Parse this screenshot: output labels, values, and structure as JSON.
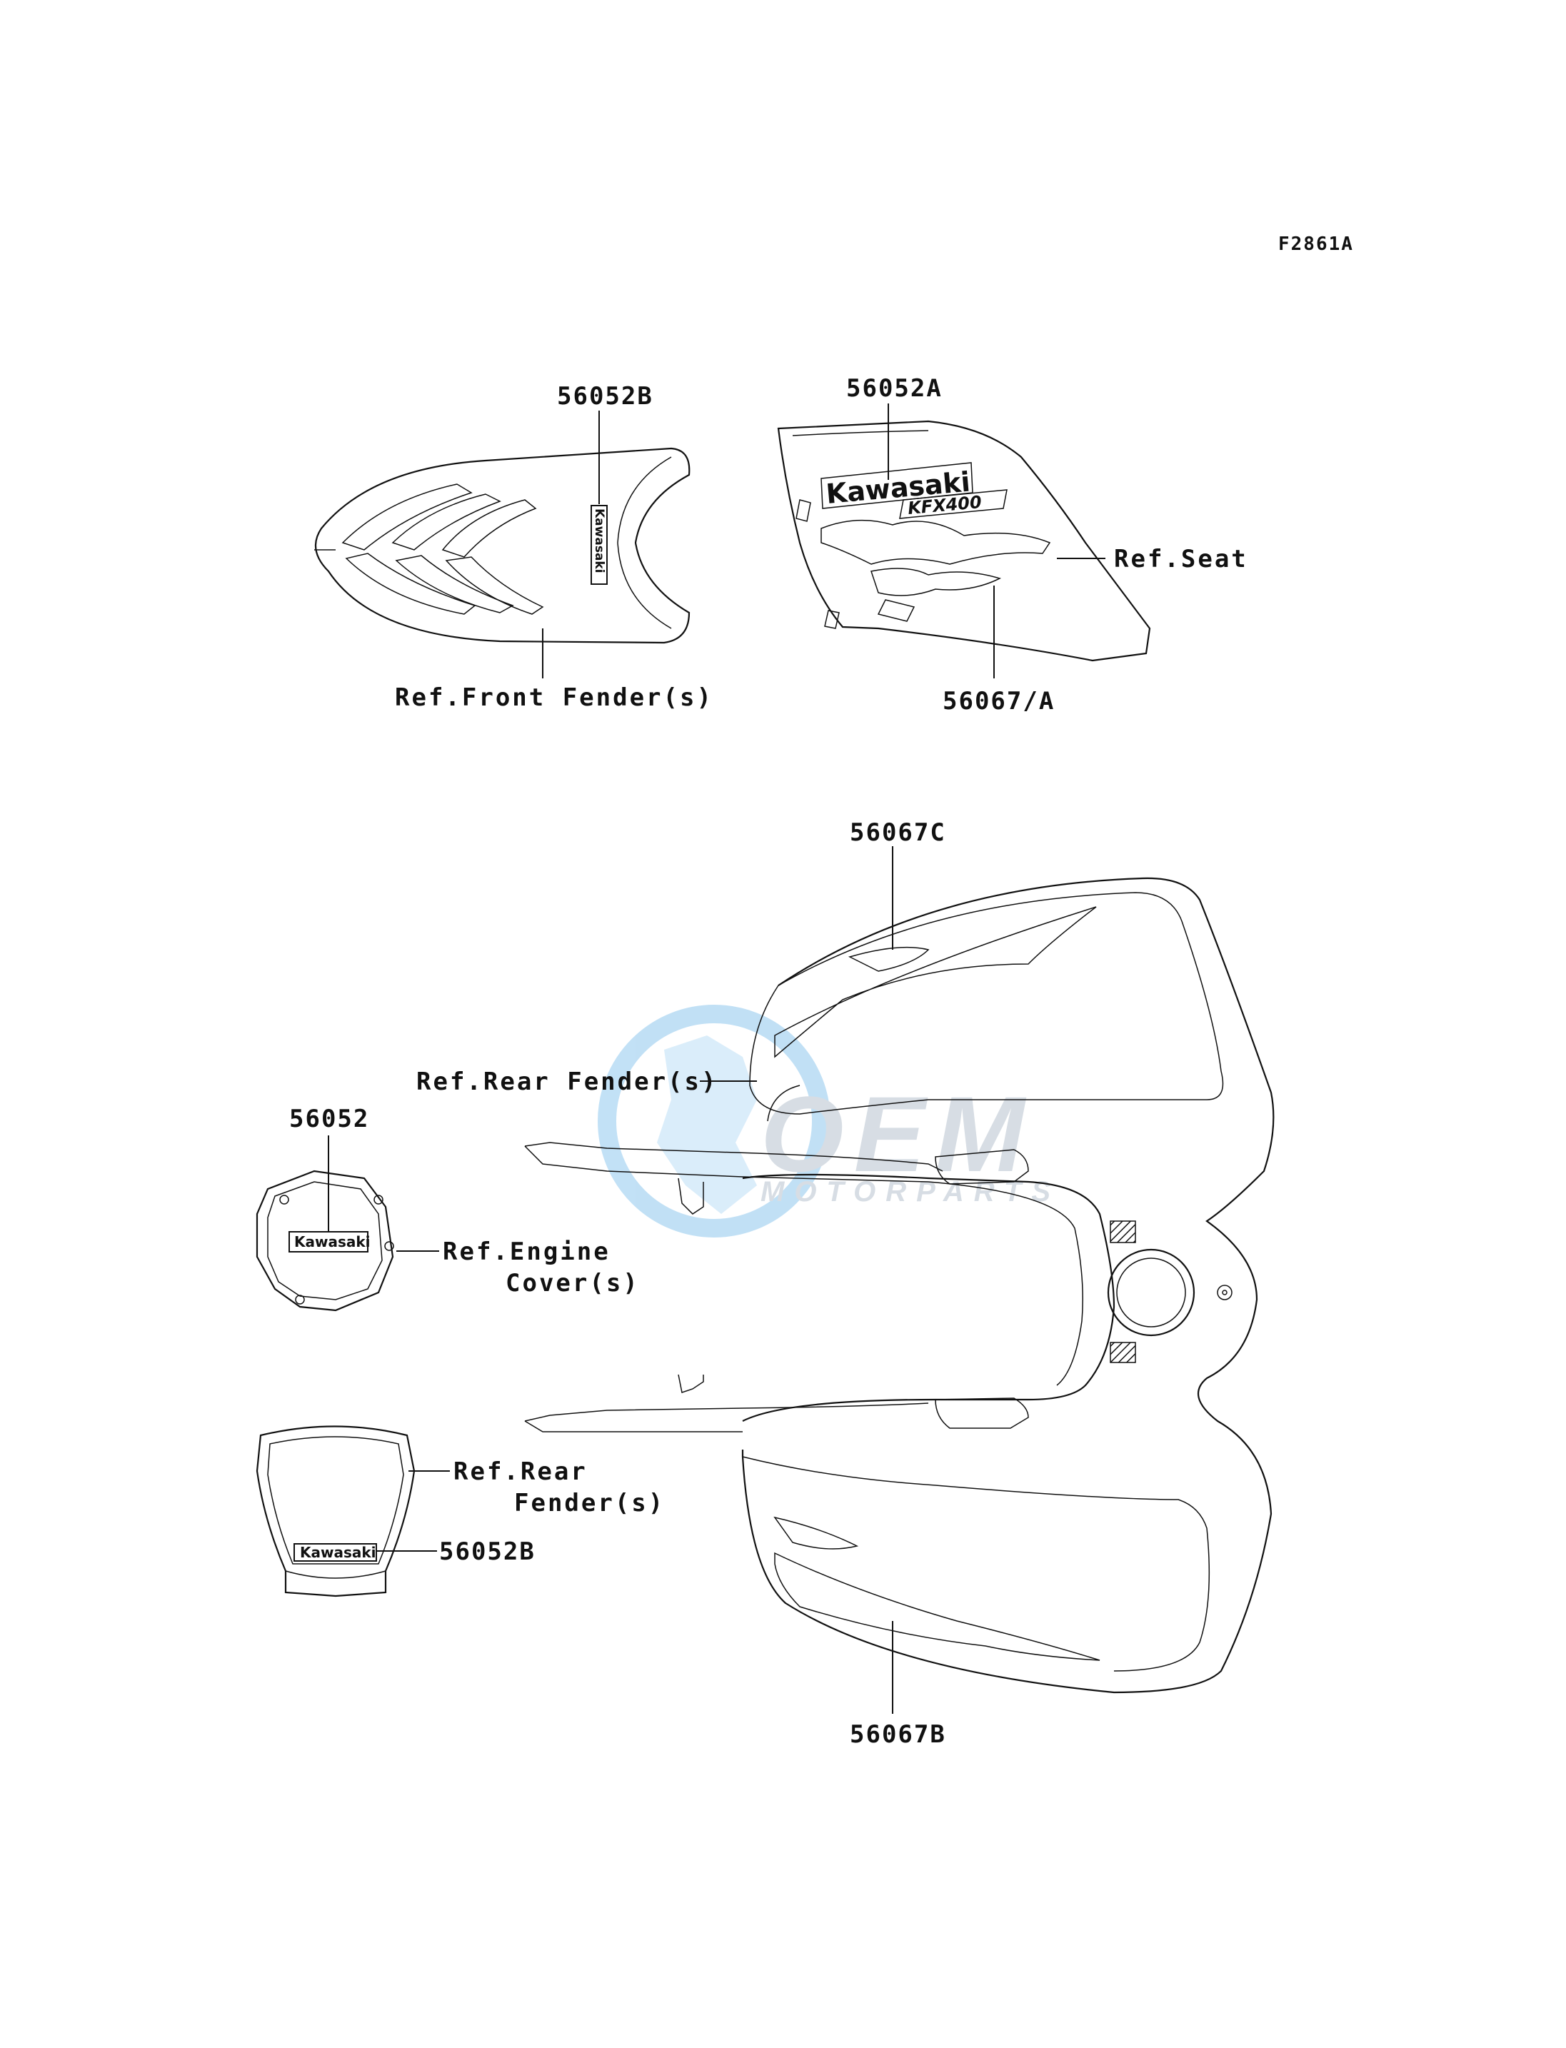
{
  "figure_id": "F2861A",
  "callouts": {
    "front_decal": "56052B",
    "side_decal": "56052A",
    "side_graphic": "56067/A",
    "rear_top_graphic": "56067C",
    "rear_bottom_graphic": "56067B",
    "engine_emblem": "56052",
    "rear_emblem": "56052B"
  },
  "references": {
    "front_fender": "Ref.Front Fender(s)",
    "seat": "Ref.Seat",
    "rear_fender_main": "Ref.Rear Fender(s)",
    "engine_cover_line1": "Ref.Engine",
    "engine_cover_line2": "Cover(s)",
    "rear_fender_small_line1": "Ref.Rear",
    "rear_fender_small_line2": "Fender(s)"
  },
  "decal_text": {
    "brand": "Kawasaki",
    "model": "KFX400"
  },
  "watermark": {
    "brand": "OEM",
    "sub": "MOTORPARTS"
  },
  "colors": {
    "line": "#111111",
    "watermark_blue": "#8fc8ee",
    "watermark_gray": "#b7c3ce"
  }
}
